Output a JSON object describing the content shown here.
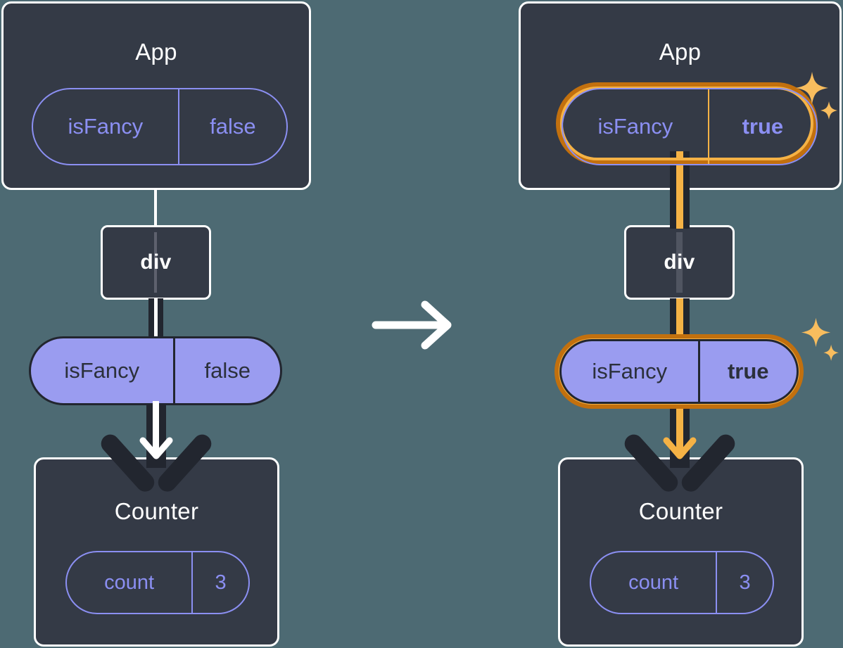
{
  "diagram": {
    "title_left": "App",
    "title_right": "App",
    "colors": {
      "background": "#4d6a73",
      "node_fill": "#343a46",
      "node_stroke": "#ffffff",
      "pill_periwinkle": "#9a9cf0",
      "pill_stroke_light": "#8b8ff2",
      "pill_stroke_dark": "#22262f",
      "highlight_outer": "#c2700e",
      "highlight_inner": "#f5b245",
      "sparkle": "#f8bd5e",
      "text_light": "#ffffff",
      "text_dark": "#2b303b"
    }
  },
  "left": {
    "app": {
      "title": "App",
      "prop": {
        "name": "isFancy",
        "value": "false"
      }
    },
    "div": {
      "label": "div"
    },
    "prop_pill": {
      "name": "isFancy",
      "value": "false"
    },
    "counter": {
      "title": "Counter",
      "state": {
        "name": "count",
        "value": "3"
      }
    }
  },
  "transition": {
    "icon": "arrow-right-icon"
  },
  "right": {
    "app": {
      "title": "App",
      "prop": {
        "name": "isFancy",
        "value": "true"
      },
      "highlighted": true,
      "sparkle_icon": "sparkles-icon"
    },
    "div": {
      "label": "div"
    },
    "prop_pill": {
      "name": "isFancy",
      "value": "true",
      "highlighted": true,
      "sparkle_icon": "sparkles-icon"
    },
    "counter": {
      "title": "Counter",
      "state": {
        "name": "count",
        "value": "3"
      }
    }
  }
}
